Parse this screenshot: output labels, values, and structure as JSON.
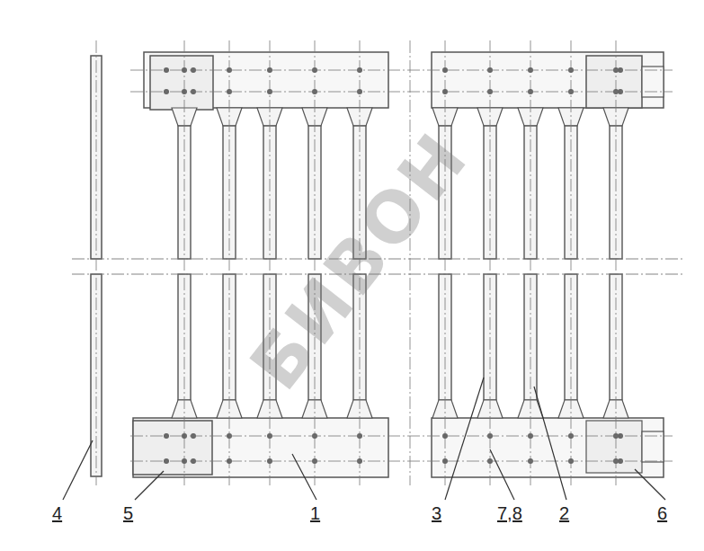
{
  "diagram": {
    "labels": [
      "4",
      "5",
      "1",
      "3",
      "7,8",
      "2",
      "6",
      "БИВОН"
    ]
  }
}
